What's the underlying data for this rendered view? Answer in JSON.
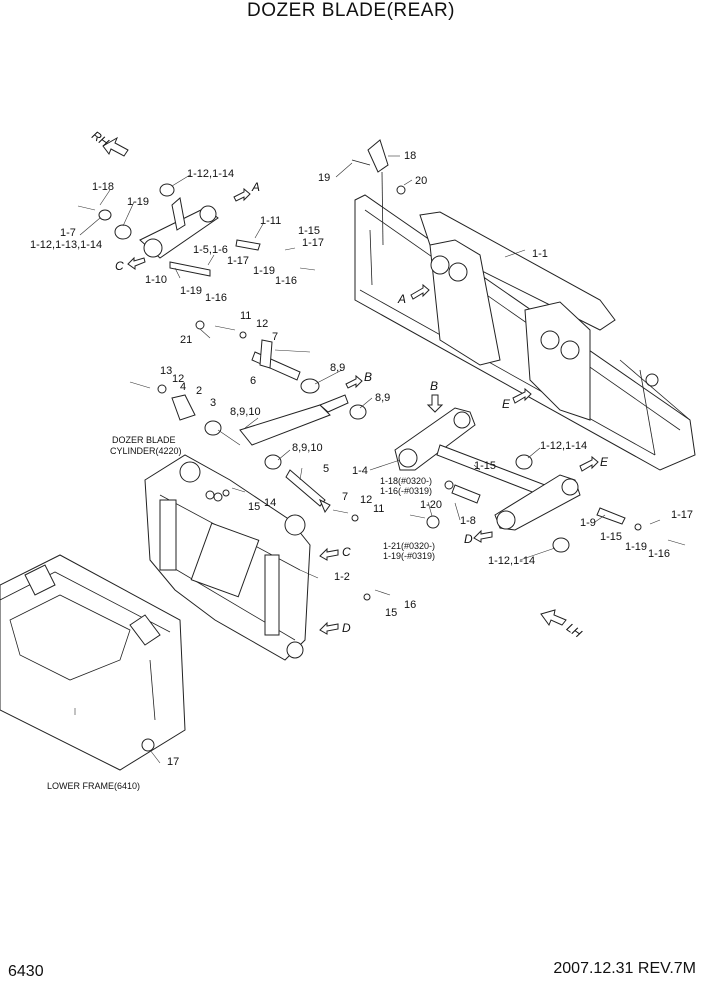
{
  "title": "DOZER BLADE(REAR)",
  "page_number": "6430",
  "revision": "2007.12.31  REV.7M",
  "direction_markers": {
    "rh": "RH",
    "lh": "LH"
  },
  "view_markers": {
    "a": "A",
    "b": "B",
    "c": "C",
    "d": "D",
    "e": "E"
  },
  "callouts": {
    "c18_top": "18",
    "c19_top": "19",
    "c20": "20",
    "c1_1": "1-1",
    "c1_18": "1-18",
    "c1_19a": "1-19",
    "c1_7": "1-7",
    "c1_12_13_14": "1-12,1-13,1-14",
    "c1_12_14_top": "1-12,1-14",
    "c1_11": "1-11",
    "c1_15a": "1-15",
    "c1_17a": "1-17",
    "c1_5_6": "1-5,1-6",
    "c1_17b": "1-17",
    "c1_19b": "1-19",
    "c1_16a": "1-16",
    "c1_10": "1-10",
    "c1_19c": "1-19",
    "c1_16b": "1-16",
    "c21": "21",
    "c11a": "11",
    "c12a": "12",
    "c7a": "7",
    "c6": "6",
    "c8_9a": "8,9",
    "c13": "13",
    "c12b": "12",
    "c4": "4",
    "c2": "2",
    "c3": "3",
    "c8_9_10a": "8,9,10",
    "c8_9b": "8,9",
    "dozer_cyl_1": "DOZER BLADE",
    "dozer_cyl_2": "CYLINDER(4220)",
    "c8_9_10b": "8,9,10",
    "c5": "5",
    "c14": "14",
    "c15a": "15",
    "c7b": "7",
    "c12c": "12",
    "c11b": "11",
    "c1_4": "1-4",
    "c1_15b": "1-15",
    "c1_12_14_right": "1-12,1-14",
    "c1_18_note": "1-18(#0320-)",
    "c1_16_note": "1-16(-#0319)",
    "c1_20": "1-20",
    "c1_8": "1-8",
    "c1_21_note": "1-21(#0320-)",
    "c1_19_note": "1-19(-#0319)",
    "c1_12_14_bottom": "1-12,1-14",
    "c1_9": "1-9",
    "c1_17c": "1-17",
    "c1_15c": "1-15",
    "c1_19d": "1-19",
    "c1_16c": "1-16",
    "c1_2": "1-2",
    "c16": "16",
    "c15b": "15",
    "c17": "17",
    "lower_frame": "LOWER FRAME(6410)"
  }
}
